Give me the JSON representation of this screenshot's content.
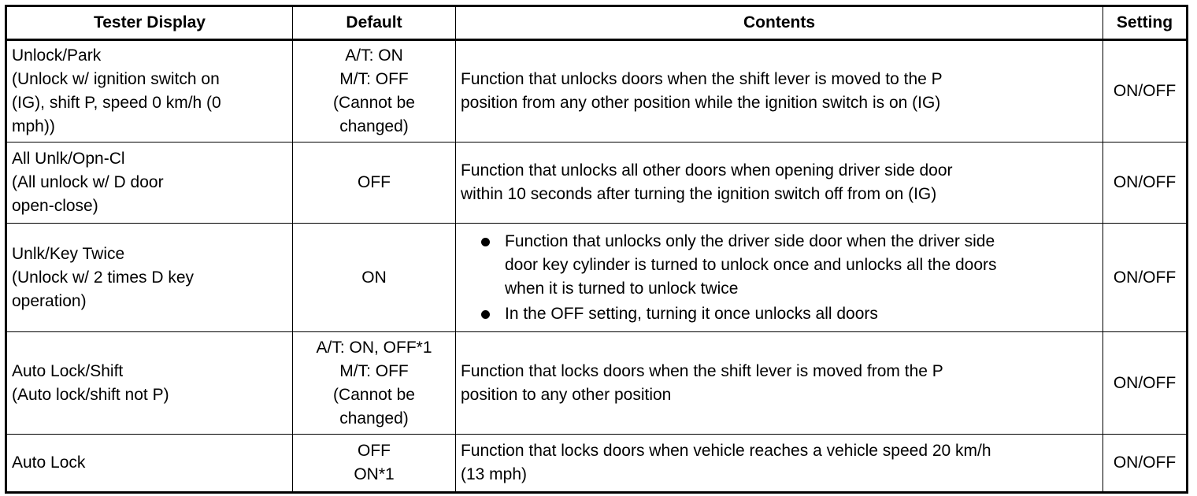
{
  "table": {
    "headers": {
      "tester_display": "Tester Display",
      "default": "Default",
      "contents": "Contents",
      "setting": "Setting"
    },
    "rows": [
      {
        "display": [
          "Unlock/Park",
          "(Unlock w/ ignition switch on",
          "(IG), shift P, speed 0 km/h (0",
          "mph))"
        ],
        "default": [
          "A/T: ON",
          "M/T: OFF",
          "(Cannot be",
          "changed)"
        ],
        "contents": [
          "Function that unlocks doors when the shift lever is moved to the P",
          "position from any other position while the ignition switch is on (IG)"
        ],
        "setting": "ON/OFF"
      },
      {
        "display": [
          "All Unlk/Opn-Cl",
          "(All unlock w/ D door",
          "open-close)"
        ],
        "default": [
          "OFF"
        ],
        "contents": [
          "Function that unlocks all other doors when opening driver side door",
          "within 10 seconds after turning the ignition switch off from on (IG)"
        ],
        "setting": "ON/OFF"
      },
      {
        "display": [
          "Unlk/Key Twice",
          "(Unlock w/ 2 times D key",
          "operation)"
        ],
        "default": [
          "ON"
        ],
        "bullets": [
          [
            "Function that unlocks only the driver side door when the driver side",
            "door key cylinder is turned to unlock once and unlocks all the doors",
            "when it is turned to unlock twice"
          ],
          [
            "In the OFF setting, turning it once unlocks all doors"
          ]
        ],
        "setting": "ON/OFF"
      },
      {
        "display": [
          "Auto Lock/Shift",
          "(Auto lock/shift not P)"
        ],
        "default": [
          "A/T: ON, OFF*1",
          "M/T: OFF",
          "(Cannot be",
          "changed)"
        ],
        "contents": [
          "Function that locks doors when the shift lever is moved from the P",
          "position to any other position"
        ],
        "setting": "ON/OFF"
      },
      {
        "display": [
          "Auto Lock"
        ],
        "default": [
          "OFF",
          "ON*1"
        ],
        "contents": [
          "Function that locks doors when vehicle reaches a vehicle speed 20 km/h",
          "(13 mph)"
        ],
        "setting": "ON/OFF"
      }
    ]
  }
}
